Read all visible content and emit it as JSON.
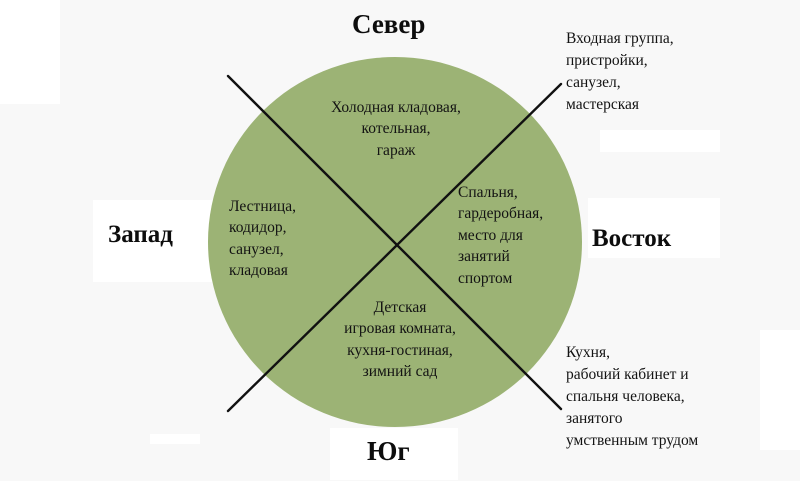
{
  "diagram": {
    "type": "compass-quadrant-diagram",
    "circle_color": "#9cb375",
    "background_color": "#f8f8f8",
    "line_color": "#111111"
  },
  "cardinals": {
    "north": "Север",
    "west": "Запад",
    "east": "Восток",
    "south": "Юг"
  },
  "quadrants": {
    "north": "Холодная кладовая,\nкотельная,\nгараж",
    "west": "Лестница,\nкодидор,\nсанузел,\nкладовая",
    "east": "Спальня,\nгардеробная,\nместо для\nзанятий\nспортом",
    "south": "Детская\nигровая комната,\nкухня-гостиная,\nзимний сад"
  },
  "callouts": {
    "northeast": "Входная группа,\nпристройки,\nсанузел,\nмастерская",
    "southeast": "Кухня,\nрабочий кабинет и\nспальня человека,\nзанятого\nумственным трудом"
  }
}
